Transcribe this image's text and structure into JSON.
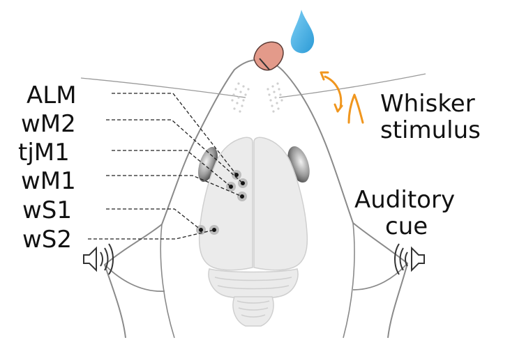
{
  "areas": {
    "alm": "ALM",
    "wm2": "wM2",
    "tjm1": "tjM1",
    "wm1": "wM1",
    "ws1": "wS1",
    "ws2": "wS2"
  },
  "whisker_stimulus": {
    "line1": "Whisker",
    "line2": "stimulus"
  },
  "auditory_cue": {
    "line1": "Auditory",
    "line2": "cue"
  },
  "colors": {
    "water_drop": "#4fb6e8",
    "tongue": "#e39a8a",
    "whisker_stimulus_arrow": "#f0961e",
    "brain_fill": "#ebebeb",
    "recording_site": "#111111"
  },
  "icons": {
    "water_drop": "water-drop-icon",
    "speaker_left": "speaker-left-icon",
    "speaker_right": "speaker-right-icon",
    "whisker_motion": "whisker-motion-arrow-icon"
  }
}
